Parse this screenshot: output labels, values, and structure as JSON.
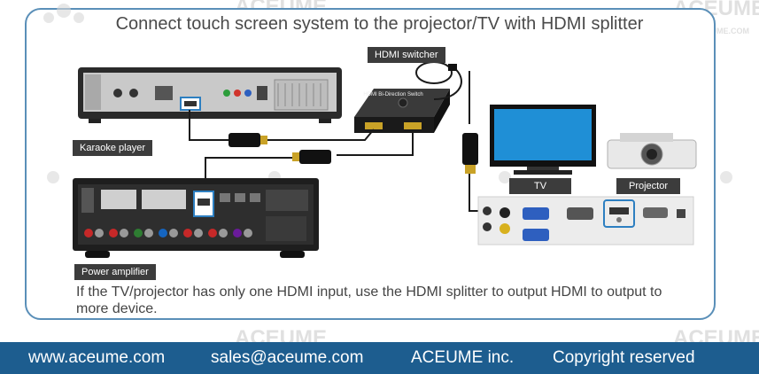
{
  "title": "Connect touch screen system to the projector/TV with HDMI splitter",
  "labels": {
    "hdmi_switcher": "HDMI switcher",
    "karaoke_player": "Karaoke player",
    "tv": "TV",
    "projector": "Projector",
    "power_amplifier": "Power amplifier",
    "switch_box_text": "HDMI Bi-Direction Switch"
  },
  "note": "If the TV/projector has only one HDMI input, use the HDMI splitter to output HDMI to output to more device.",
  "footer": {
    "website": "www.aceume.com",
    "email": "sales@aceume.com",
    "company": "ACEUME inc.",
    "copyright": "Copyright reserved"
  },
  "watermark": {
    "brand": "ACEUME",
    "url": "WWW.ACEUME.COM"
  },
  "colors": {
    "frame": "#5a8fb8",
    "footer": "#1d5d8f",
    "highlight": "#2d7fc1",
    "tv_screen": "#1f8fd6"
  }
}
